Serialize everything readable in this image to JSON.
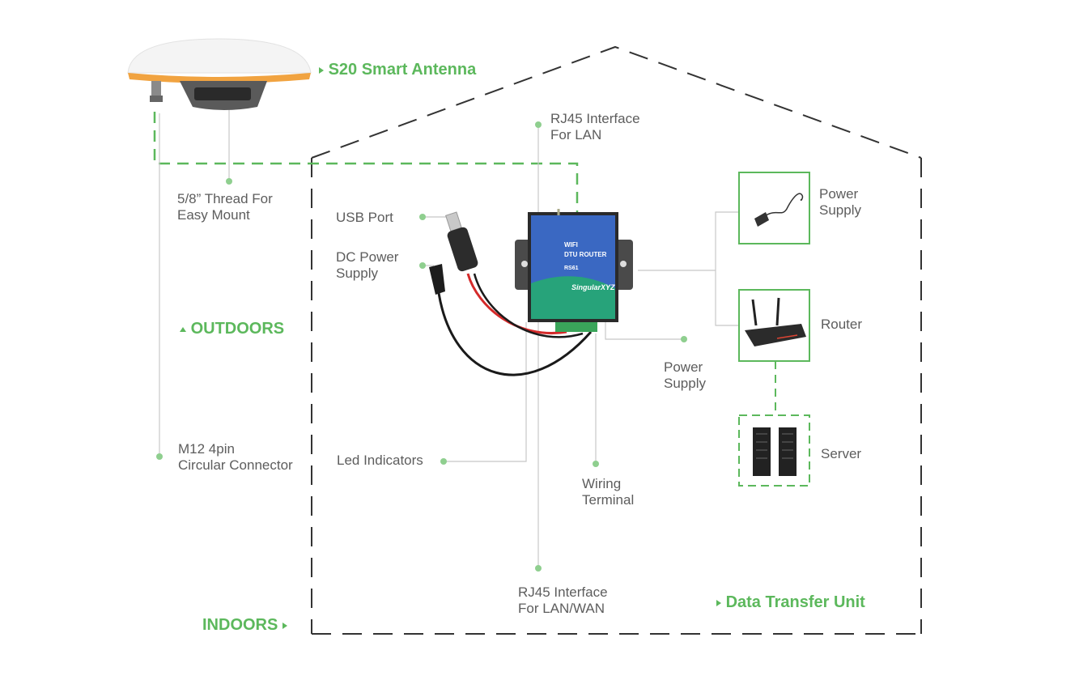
{
  "sections": {
    "antenna": "S20 Smart Antenna",
    "outdoors": "OUTDOORS",
    "indoors": "INDOORS",
    "dtu": "Data Transfer Unit"
  },
  "labels": {
    "rj45_lan": [
      "RJ45 Interface",
      "For LAN"
    ],
    "thread": [
      "5/8” Thread For",
      "Easy Mount"
    ],
    "usb": [
      "USB Port"
    ],
    "dc_power": [
      "DC Power",
      "Supply"
    ],
    "m12": [
      "M12 4pin",
      "Circular Connector"
    ],
    "led": [
      "Led Indicators"
    ],
    "wiring": [
      "Wiring",
      "Terminal"
    ],
    "rj45_wan": [
      "RJ45 Interface",
      "For LAN/WAN"
    ],
    "dtu_power": [
      "Power",
      "Supply"
    ],
    "power_supply": [
      "Power",
      "Supply"
    ],
    "router": [
      "Router"
    ],
    "server": [
      "Server"
    ]
  },
  "device": {
    "line1": "WIFI",
    "line2": "DTU  ROUTER",
    "model": "RS61",
    "brand": "SingularXYZ"
  },
  "colors": {
    "accent": "#5cb85c",
    "dash": "#333333",
    "leader": "#c8c8c8",
    "dot": "#8fcf8f"
  }
}
